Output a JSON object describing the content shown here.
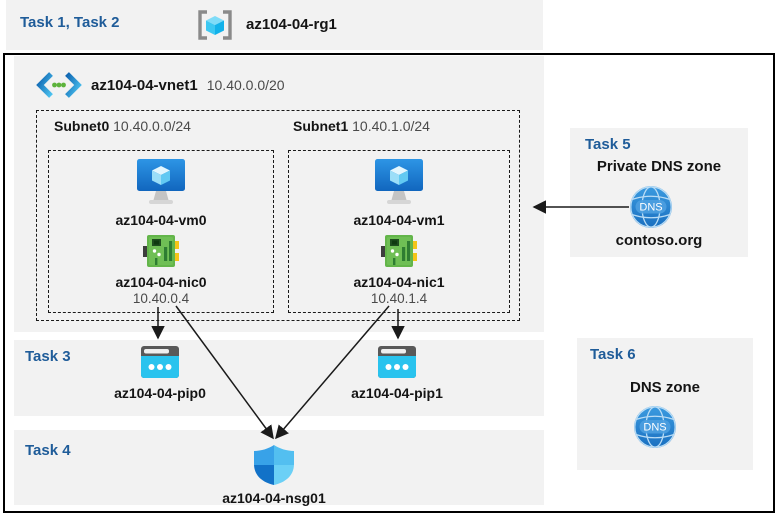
{
  "header": {
    "tasks_label": "Task 1, Task 2",
    "resource_group": "az104-04-rg1",
    "icon": "resource-group-icon"
  },
  "vnet": {
    "icon": "virtual-network-icon",
    "name": "az104-04-vnet1",
    "cidr": "10.40.0.0/20",
    "subnets": [
      {
        "name": "Subnet0",
        "cidr": "10.40.0.0/24",
        "vm": {
          "icon": "virtual-machine-icon",
          "name": "az104-04-vm0"
        },
        "nic": {
          "icon": "network-interface-icon",
          "name": "az104-04-nic0",
          "ip": "10.40.0.4"
        }
      },
      {
        "name": "Subnet1",
        "cidr": "10.40.1.0/24",
        "vm": {
          "icon": "virtual-machine-icon",
          "name": "az104-04-vm1"
        },
        "nic": {
          "icon": "network-interface-icon",
          "name": "az104-04-nic1",
          "ip": "10.40.1.4"
        }
      }
    ]
  },
  "task3": {
    "label": "Task 3",
    "pip0": {
      "icon": "public-ip-icon",
      "name": "az104-04-pip0"
    },
    "pip1": {
      "icon": "public-ip-icon",
      "name": "az104-04-pip1"
    }
  },
  "task4": {
    "label": "Task 4",
    "nsg": {
      "icon": "network-security-group-shield-icon",
      "name": "az104-04-nsg01"
    }
  },
  "task5": {
    "label": "Task 5",
    "title": "Private DNS zone",
    "icon": "dns-zone-icon",
    "zone": "contoso.org"
  },
  "task6": {
    "label": "Task 6",
    "title": "DNS zone",
    "icon": "dns-zone-icon"
  },
  "colors": {
    "task_label": "#1F5C99",
    "panel_bg": "#F2F2F2",
    "border": "#000000",
    "arrow": "#1A1A1A",
    "vm_blue": "#1D7FD8",
    "nic_green": "#5BA83C",
    "pip_cyan": "#29C3EE",
    "dns_blue": "#2180D2"
  }
}
